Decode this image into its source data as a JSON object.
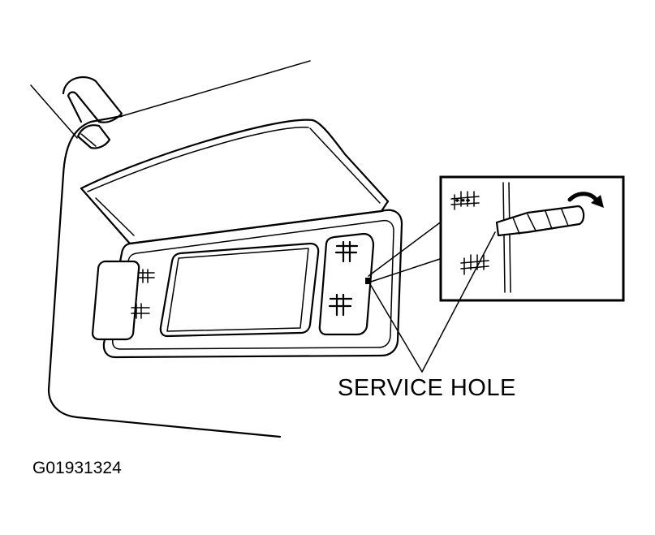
{
  "labels": {
    "service_hole": "SERVICE HOLE",
    "figure_id": "G01931324"
  },
  "icons": {
    "sun_visor": "sun-visor-illustration",
    "detail_inset": "service-hole-detail-inset",
    "screwdriver": "screwdriver-icon",
    "rotation_arrow": "rotation-arrow-icon"
  }
}
